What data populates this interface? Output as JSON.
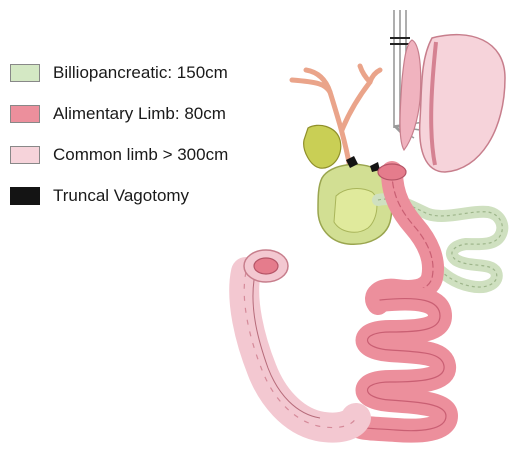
{
  "legend": {
    "items": [
      {
        "label": "Billiopancreatic: 150cm",
        "color": "#d4e8c4"
      },
      {
        "label": "Alimentary Limb: 80cm",
        "color": "#ec8f9c"
      },
      {
        "label": "Common limb > 300cm",
        "color": "#f6d3da"
      },
      {
        "label": "Truncal Vagotomy",
        "color": "#141414"
      }
    ]
  },
  "illustration": {
    "description_icon": "bowel-bypass-anatomy-icon",
    "colors": {
      "alimentary": "#ec8f9c",
      "alimentary_dark": "#c95f73",
      "common": "#f3c8d1",
      "biliopancreatic": "#d2df93",
      "gallbladder": "#c9cf55",
      "ducts": "#eaa48a",
      "staple": "#9a9a9a"
    }
  }
}
